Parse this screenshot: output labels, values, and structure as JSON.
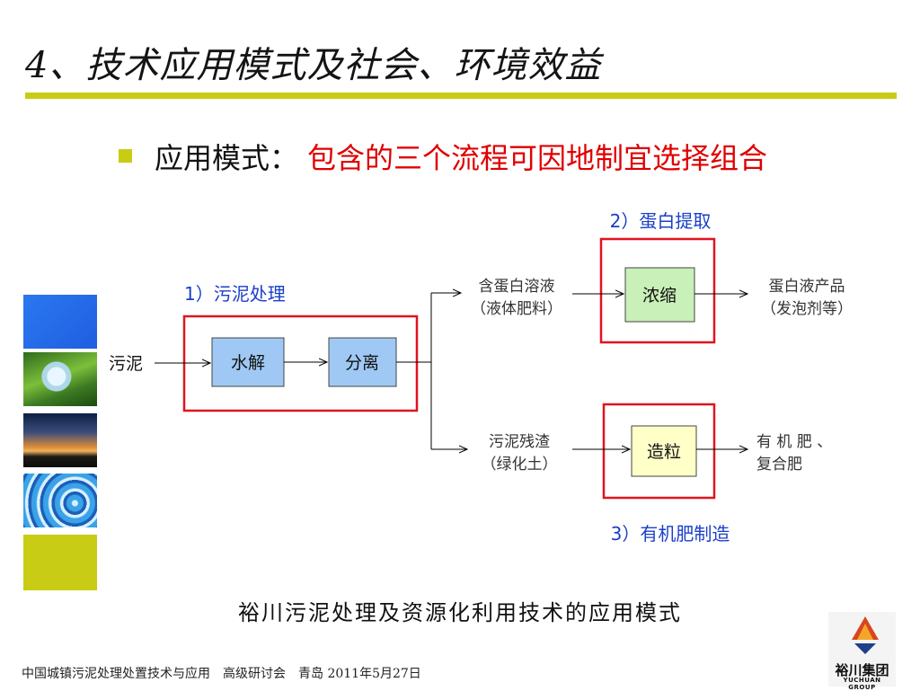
{
  "slide": {
    "title": "4、技术应用模式及社会、环境效益",
    "bullet_label": "应用模式：",
    "bullet_value": "包含的三个流程可因地制宜选择组合"
  },
  "diagram": {
    "input_label": "污泥",
    "process1": {
      "title": "1）污泥处理",
      "step1": "水解",
      "step2": "分离"
    },
    "branch_top": {
      "line1": "含蛋白溶液",
      "line2": "（液体肥料）"
    },
    "branch_bottom": {
      "line1": "污泥残渣",
      "line2": "（绿化土）"
    },
    "process2": {
      "title": "2）蛋白提取",
      "step": "浓缩",
      "output_line1": "蛋白液产品",
      "output_line2": "（发泡剂等）"
    },
    "process3": {
      "title": "3）有机肥制造",
      "step": "造粒",
      "output_line1": "有 机 肥 、",
      "output_line2": "复合肥"
    }
  },
  "caption": "裕川污泥处理及资源化利用技术的应用模式",
  "footer": "中国城镇污泥处理处置技术与应用　高级研讨会　青岛  2011年5月27日",
  "logo": {
    "name_cn": "裕川集团",
    "name_en": "YUCHUAN GROUP"
  },
  "colors": {
    "accent_olive": "#c8cc14",
    "highlight_red": "#e00000",
    "blue_label": "#1a3fc8",
    "box_blue": "#9fc9f4",
    "box_green": "#c8f0b8",
    "box_yellow": "#ffffc8",
    "frame_red": "#e0141e"
  },
  "icons": [
    "leaf-water-drop-photo",
    "wind-turbine-sunset-photo",
    "water-ripple-photo",
    "yuchuan-logo-icon"
  ]
}
